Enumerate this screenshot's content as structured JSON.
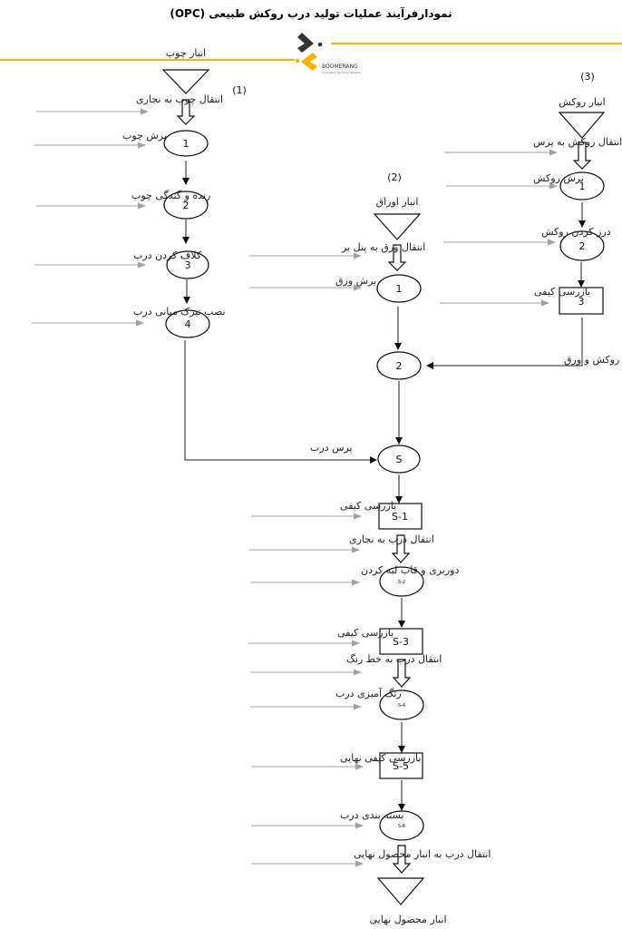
{
  "title": "نمودارفرآیند عملیات تولید درب روکش طبیعی (OPC)",
  "logo": {
    "name": "BOOMERANG",
    "subtitle": "Innovation Services Network",
    "accent": "#f4b400",
    "dark": "#333333"
  },
  "chain1": {
    "number": "(1)",
    "storage": "انبار چوب",
    "ops": [
      "انتقال چوب به نجاری",
      "برش چوب",
      "رنده و گندگی چوب",
      "کلاف کردن درب",
      "نصب تیرک میانی درب"
    ],
    "nodes": [
      "1",
      "2",
      "3",
      "4"
    ]
  },
  "chain2": {
    "number": "(2)",
    "storage": "انبار اوراق",
    "ops": [
      "انتقال ورق به پنل بر",
      "برش ورق"
    ],
    "nodes": [
      "1",
      "2"
    ]
  },
  "chain3": {
    "number": "(3)",
    "storage": "انبار روکش",
    "ops": [
      "انتقال روکش به پرس",
      "برش روکش",
      "درز کردن روکش",
      "بازرسی کیفی"
    ],
    "nodes": [
      "1",
      "2",
      "3"
    ],
    "join_label": "پرس روکش و ورق"
  },
  "main": {
    "join_label": "پرس درب",
    "nodes": [
      "S",
      "S-1",
      "S-2",
      "S-3",
      "S-4",
      "S-5",
      "S-6"
    ],
    "ops": [
      "بازرسی کیفی",
      "انتقال درب به نجاری",
      "دوربری و قاب لبه کردن",
      "بازرسی کیفی",
      "انتقال درب به خط رنگ",
      "رنگ آمیزی درب",
      "بازرسی کیفی نهایی",
      "بسته بندی درب",
      "انتقال درب به انبار محصول نهایی"
    ],
    "final_storage": "انبار محصول نهایی"
  }
}
